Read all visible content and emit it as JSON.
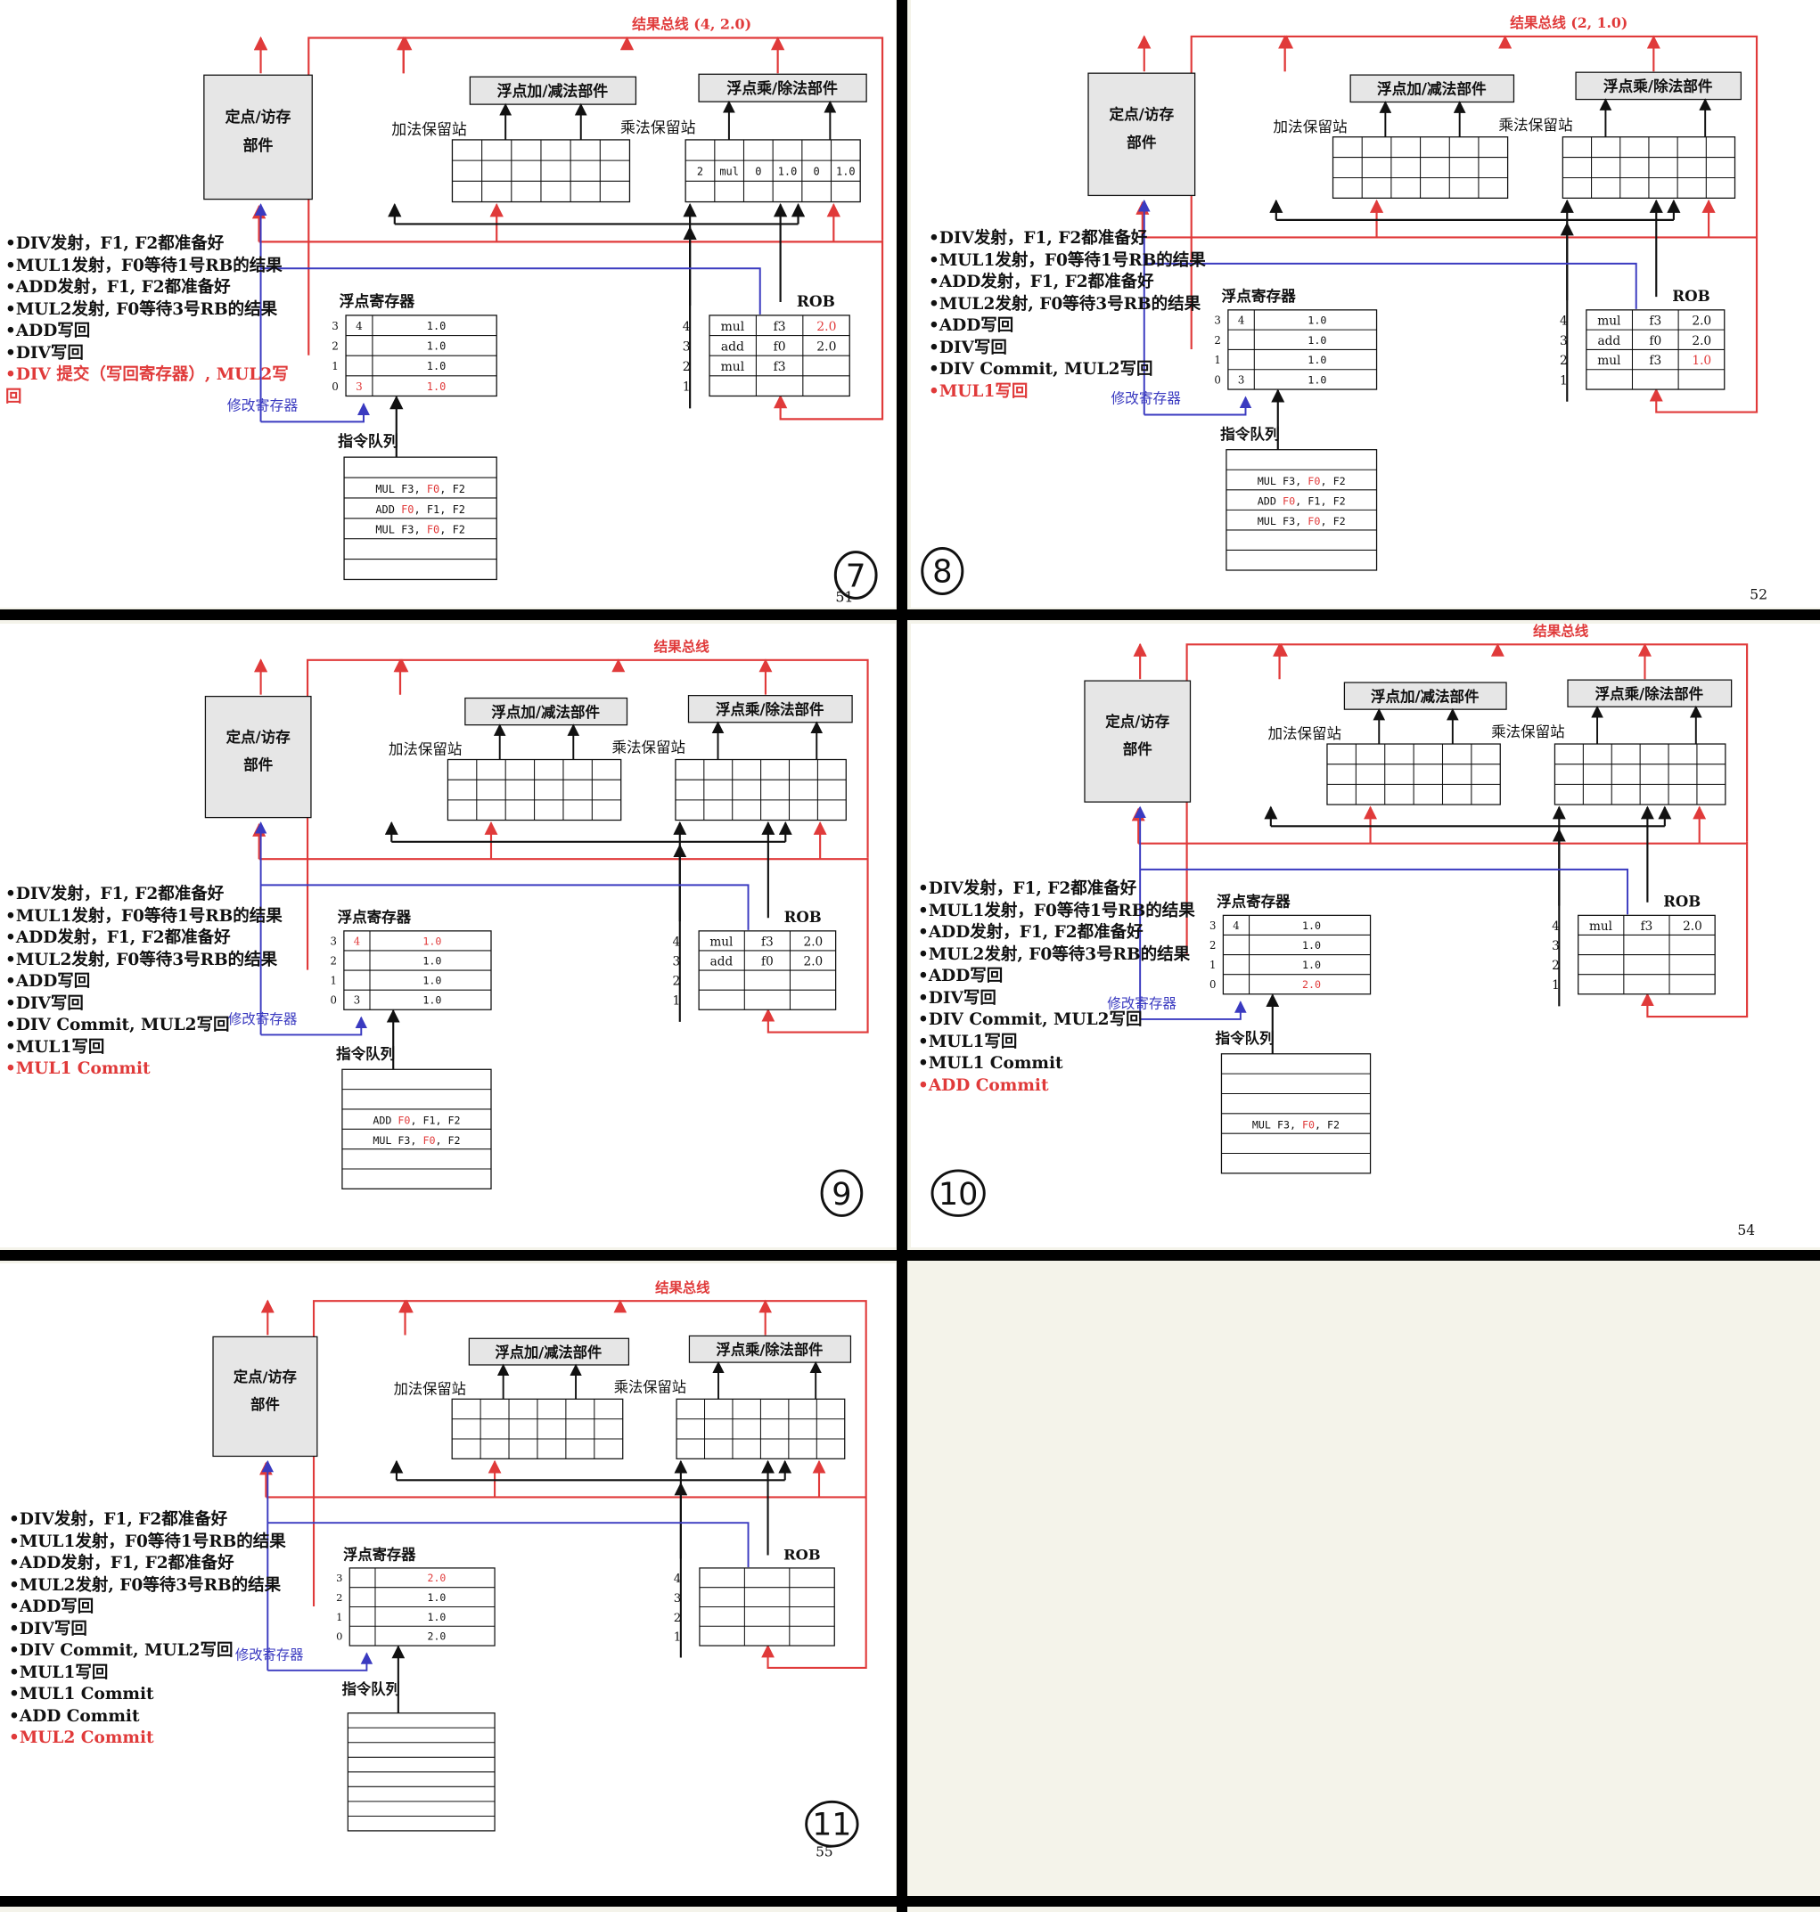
{
  "labels": {
    "fixed_unit": [
      "定点/访存",
      "部件"
    ],
    "fp_add_unit": "浮点加/减法部件",
    "fp_mul_unit": "浮点乘/除法部件",
    "add_station": "加法保留站",
    "mul_station": "乘法保留站",
    "fp_registers": "浮点寄存器",
    "rob": "ROB",
    "modify_register": "修改寄存器",
    "instruction_queue": "指令队列"
  },
  "colors": {
    "bus_red": "#e03a3a",
    "modify_blue": "#3a3ac0",
    "black": "#111111",
    "unit_fill": "#e6e6e6",
    "background": "#f4f3ea"
  },
  "panels": [
    {
      "step": "7",
      "page": "51",
      "bus_title": "结果总线 (4, 2.0)",
      "bullets": [
        {
          "text": "•DIV发射，F1, F2都准备好",
          "hl": false
        },
        {
          "text": "•MUL1发射，F0等待1号RB的结果",
          "hl": false
        },
        {
          "text": "•ADD发射，F1, F2都准备好",
          "hl": false
        },
        {
          "text": "•MUL2发射, F0等待3号RB的结果",
          "hl": false
        },
        {
          "text": "•ADD写回",
          "hl": false
        },
        {
          "text": "•DIV写回",
          "hl": false
        },
        {
          "text": "•DIV 提交（写回寄存器）, MUL2写",
          "hl": true
        },
        {
          "text": "回",
          "hl": true
        }
      ],
      "mul_station_row": [
        "2",
        "mul",
        "0",
        "1.0",
        "0",
        "1.0"
      ],
      "registers": [
        {
          "idx": "3",
          "tag": "4",
          "val": "1.0",
          "tag_red": false,
          "val_red": false
        },
        {
          "idx": "2",
          "tag": "",
          "val": "1.0",
          "tag_red": false,
          "val_red": false
        },
        {
          "idx": "1",
          "tag": "",
          "val": "1.0",
          "tag_red": false,
          "val_red": false
        },
        {
          "idx": "0",
          "tag": "3",
          "val": "1.0",
          "tag_red": true,
          "val_red": true
        }
      ],
      "rob": [
        {
          "idx": "4",
          "op": "mul",
          "reg": "f3",
          "val": "2.0",
          "val_red": true
        },
        {
          "idx": "3",
          "op": "add",
          "reg": "f0",
          "val": "2.0",
          "val_red": false
        },
        {
          "idx": "2",
          "op": "mul",
          "reg": "f3",
          "val": "",
          "val_red": false
        },
        {
          "idx": "1",
          "op": "",
          "reg": "",
          "val": "",
          "val_red": false
        }
      ],
      "queue": [
        [],
        [
          {
            "t": "MUL F3, ",
            "r": false
          },
          {
            "t": "F0",
            "r": true
          },
          {
            "t": ", F2",
            "r": false
          }
        ],
        [
          {
            "t": "ADD ",
            "r": false
          },
          {
            "t": "F0",
            "r": true
          },
          {
            "t": ", F1, F2",
            "r": false
          }
        ],
        [
          {
            "t": "MUL F3, ",
            "r": false
          },
          {
            "t": "F0",
            "r": true
          },
          {
            "t": ", F2",
            "r": false
          }
        ],
        [],
        []
      ]
    },
    {
      "step": "8",
      "page": "52",
      "bus_title": "结果总线 (2, 1.0)",
      "bullets": [
        {
          "text": "•DIV发射，F1, F2都准备好",
          "hl": false
        },
        {
          "text": "•MUL1发射，F0等待1号RB的结果",
          "hl": false
        },
        {
          "text": "•ADD发射，F1, F2都准备好",
          "hl": false
        },
        {
          "text": "•MUL2发射, F0等待3号RB的结果",
          "hl": false
        },
        {
          "text": "•ADD写回",
          "hl": false
        },
        {
          "text": "•DIV写回",
          "hl": false
        },
        {
          "text": "•DIV Commit, MUL2写回",
          "hl": false
        },
        {
          "text": "•MUL1写回",
          "hl": true
        }
      ],
      "mul_station_row": [],
      "registers": [
        {
          "idx": "3",
          "tag": "4",
          "val": "1.0",
          "tag_red": false,
          "val_red": false
        },
        {
          "idx": "2",
          "tag": "",
          "val": "1.0",
          "tag_red": false,
          "val_red": false
        },
        {
          "idx": "1",
          "tag": "",
          "val": "1.0",
          "tag_red": false,
          "val_red": false
        },
        {
          "idx": "0",
          "tag": "3",
          "val": "1.0",
          "tag_red": false,
          "val_red": false
        }
      ],
      "rob": [
        {
          "idx": "4",
          "op": "mul",
          "reg": "f3",
          "val": "2.0",
          "val_red": false
        },
        {
          "idx": "3",
          "op": "add",
          "reg": "f0",
          "val": "2.0",
          "val_red": false
        },
        {
          "idx": "2",
          "op": "mul",
          "reg": "f3",
          "val": "1.0",
          "val_red": true
        },
        {
          "idx": "1",
          "op": "",
          "reg": "",
          "val": "",
          "val_red": false
        }
      ],
      "queue": [
        [],
        [
          {
            "t": "MUL F3, ",
            "r": false
          },
          {
            "t": "F0",
            "r": true
          },
          {
            "t": ", F2",
            "r": false
          }
        ],
        [
          {
            "t": "ADD ",
            "r": false
          },
          {
            "t": "F0",
            "r": true
          },
          {
            "t": ", F1, F2",
            "r": false
          }
        ],
        [
          {
            "t": "MUL F3, ",
            "r": false
          },
          {
            "t": "F0",
            "r": true
          },
          {
            "t": ", F2",
            "r": false
          }
        ],
        [],
        []
      ]
    },
    {
      "step": "9",
      "page": "",
      "bus_title": "结果总线",
      "bullets": [
        {
          "text": "•DIV发射，F1, F2都准备好",
          "hl": false
        },
        {
          "text": "•MUL1发射，F0等待1号RB的结果",
          "hl": false
        },
        {
          "text": "•ADD发射，F1, F2都准备好",
          "hl": false
        },
        {
          "text": "•MUL2发射, F0等待3号RB的结果",
          "hl": false
        },
        {
          "text": "•ADD写回",
          "hl": false
        },
        {
          "text": "•DIV写回",
          "hl": false
        },
        {
          "text": "•DIV Commit, MUL2写回",
          "hl": false
        },
        {
          "text": "•MUL1写回",
          "hl": false
        },
        {
          "text": "•MUL1 Commit",
          "hl": true
        }
      ],
      "mul_station_row": [],
      "registers": [
        {
          "idx": "3",
          "tag": "4",
          "val": "1.0",
          "tag_red": true,
          "val_red": true
        },
        {
          "idx": "2",
          "tag": "",
          "val": "1.0",
          "tag_red": false,
          "val_red": false
        },
        {
          "idx": "1",
          "tag": "",
          "val": "1.0",
          "tag_red": false,
          "val_red": false
        },
        {
          "idx": "0",
          "tag": "3",
          "val": "1.0",
          "tag_red": false,
          "val_red": false
        }
      ],
      "rob": [
        {
          "idx": "4",
          "op": "mul",
          "reg": "f3",
          "val": "2.0",
          "val_red": false
        },
        {
          "idx": "3",
          "op": "add",
          "reg": "f0",
          "val": "2.0",
          "val_red": false
        },
        {
          "idx": "2",
          "op": "",
          "reg": "",
          "val": "",
          "val_red": false
        },
        {
          "idx": "1",
          "op": "",
          "reg": "",
          "val": "",
          "val_red": false
        }
      ],
      "queue": [
        [],
        [],
        [
          {
            "t": "ADD ",
            "r": false
          },
          {
            "t": "F0",
            "r": true
          },
          {
            "t": ", F1, F2",
            "r": false
          }
        ],
        [
          {
            "t": "MUL F3, ",
            "r": false
          },
          {
            "t": "F0",
            "r": true
          },
          {
            "t": ", F2",
            "r": false
          }
        ],
        [],
        []
      ]
    },
    {
      "step": "10",
      "page": "54",
      "bus_title": "结果总线",
      "bullets": [
        {
          "text": "•DIV发射，F1, F2都准备好",
          "hl": false
        },
        {
          "text": "•MUL1发射，F0等待1号RB的结果",
          "hl": false
        },
        {
          "text": "•ADD发射，F1, F2都准备好",
          "hl": false
        },
        {
          "text": "•MUL2发射, F0等待3号RB的结果",
          "hl": false
        },
        {
          "text": "•ADD写回",
          "hl": false
        },
        {
          "text": "•DIV写回",
          "hl": false
        },
        {
          "text": "•DIV Commit, MUL2写回",
          "hl": false
        },
        {
          "text": "•MUL1写回",
          "hl": false
        },
        {
          "text": "•MUL1 Commit",
          "hl": false
        },
        {
          "text": "•ADD Commit",
          "hl": true
        }
      ],
      "mul_station_row": [],
      "registers": [
        {
          "idx": "3",
          "tag": "4",
          "val": "1.0",
          "tag_red": false,
          "val_red": false
        },
        {
          "idx": "2",
          "tag": "",
          "val": "1.0",
          "tag_red": false,
          "val_red": false
        },
        {
          "idx": "1",
          "tag": "",
          "val": "1.0",
          "tag_red": false,
          "val_red": false
        },
        {
          "idx": "0",
          "tag": "",
          "val": "2.0",
          "tag_red": false,
          "val_red": true
        }
      ],
      "rob": [
        {
          "idx": "4",
          "op": "mul",
          "reg": "f3",
          "val": "2.0",
          "val_red": false
        },
        {
          "idx": "3",
          "op": "",
          "reg": "",
          "val": "",
          "val_red": false
        },
        {
          "idx": "2",
          "op": "",
          "reg": "",
          "val": "",
          "val_red": false
        },
        {
          "idx": "1",
          "op": "",
          "reg": "",
          "val": "",
          "val_red": false
        }
      ],
      "queue": [
        [],
        [],
        [],
        [
          {
            "t": "MUL F3, ",
            "r": false
          },
          {
            "t": "F0",
            "r": true
          },
          {
            "t": ", F2",
            "r": false
          }
        ],
        [],
        []
      ]
    },
    {
      "step": "11",
      "page": "55",
      "bus_title": "结果总线",
      "bullets": [
        {
          "text": "•DIV发射，F1, F2都准备好",
          "hl": false
        },
        {
          "text": "•MUL1发射，F0等待1号RB的结果",
          "hl": false
        },
        {
          "text": "•ADD发射，F1, F2都准备好",
          "hl": false
        },
        {
          "text": "•MUL2发射, F0等待3号RB的结果",
          "hl": false
        },
        {
          "text": "•ADD写回",
          "hl": false
        },
        {
          "text": "•DIV写回",
          "hl": false
        },
        {
          "text": "•DIV Commit, MUL2写回",
          "hl": false
        },
        {
          "text": "•MUL1写回",
          "hl": false
        },
        {
          "text": "•MUL1 Commit",
          "hl": false
        },
        {
          "text": "•ADD Commit",
          "hl": false
        },
        {
          "text": "•MUL2 Commit",
          "hl": true
        }
      ],
      "mul_station_row": [],
      "registers": [
        {
          "idx": "3",
          "tag": "",
          "val": "2.0",
          "tag_red": false,
          "val_red": true
        },
        {
          "idx": "2",
          "tag": "",
          "val": "1.0",
          "tag_red": false,
          "val_red": false
        },
        {
          "idx": "1",
          "tag": "",
          "val": "1.0",
          "tag_red": false,
          "val_red": false
        },
        {
          "idx": "0",
          "tag": "",
          "val": "2.0",
          "tag_red": false,
          "val_red": false
        }
      ],
      "rob": [
        {
          "idx": "4",
          "op": "",
          "reg": "",
          "val": "",
          "val_red": false
        },
        {
          "idx": "3",
          "op": "",
          "reg": "",
          "val": "",
          "val_red": false
        },
        {
          "idx": "2",
          "op": "",
          "reg": "",
          "val": "",
          "val_red": false
        },
        {
          "idx": "1",
          "op": "",
          "reg": "",
          "val": "",
          "val_red": false
        }
      ],
      "queue": [
        [],
        [],
        [],
        [],
        [],
        [],
        [],
        []
      ]
    }
  ]
}
